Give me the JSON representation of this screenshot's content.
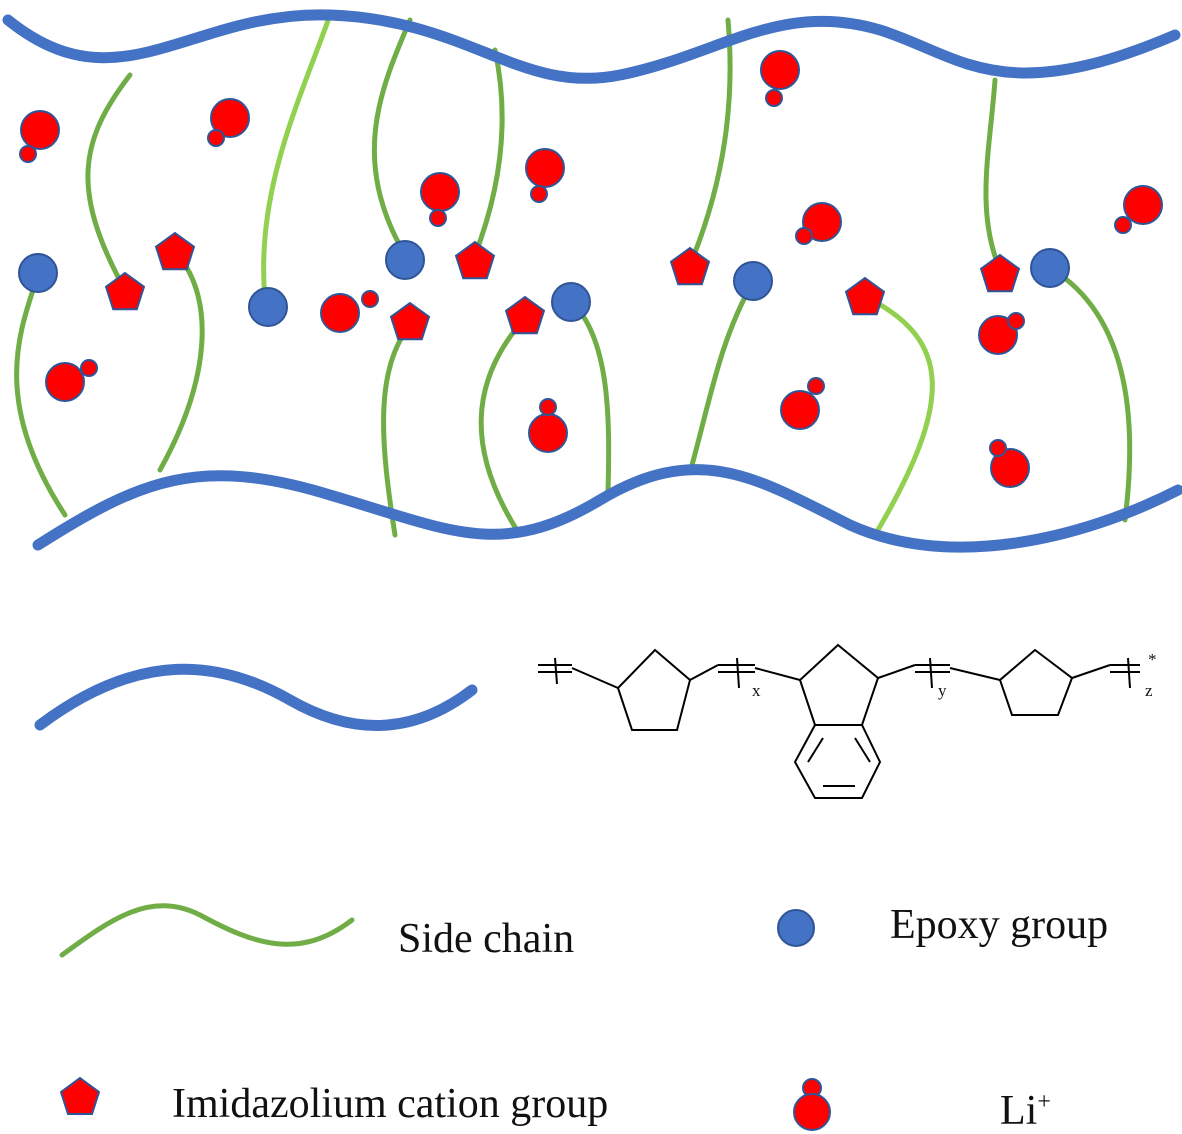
{
  "colors": {
    "backbone": "#4472C4",
    "side_chain": "#70AD47",
    "side_chain_light": "#92D050",
    "epoxy": "#4472C4",
    "cation": "#FF0000",
    "li": "#FF0000",
    "outline": "#2F5597",
    "structure_line": "#000000"
  },
  "structure": {
    "sub_x": "x",
    "sub_y": "y",
    "sub_z": "z",
    "end_mark": "*"
  },
  "legend": {
    "side_chain": {
      "label": "Side chain",
      "icon": "green-wave-icon"
    },
    "epoxy": {
      "label": "Epoxy group",
      "icon": "blue-circle-icon"
    },
    "cation": {
      "label": "Imidazolium cation group",
      "icon": "red-pentagon-icon"
    },
    "li": {
      "label": "Li",
      "sup": "+",
      "icon": "red-double-circle-icon"
    }
  }
}
